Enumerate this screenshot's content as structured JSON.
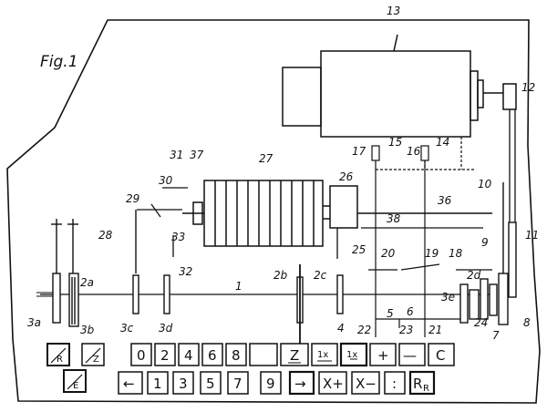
{
  "figure_label": "Fig.1",
  "part_labels": {
    "p1": "1",
    "p2a": "2a",
    "p2b": "2b",
    "p2c": "2c",
    "p2d": "2d",
    "p3a": "3a",
    "p3b": "3b",
    "p3c": "3c",
    "p3d": "3d",
    "p3e": "3e",
    "p4": "4",
    "p5": "5",
    "p6": "6",
    "p7": "7",
    "p8": "8",
    "p9": "9",
    "p10": "10",
    "p11": "11",
    "p12": "12",
    "p13": "13",
    "p14": "14",
    "p15": "15",
    "p16": "16",
    "p17": "17",
    "p18": "18",
    "p19": "19",
    "p20": "20",
    "p21": "21",
    "p22": "22",
    "p23": "23",
    "p24": "24",
    "p25": "25",
    "p26": "26",
    "p27": "27",
    "p28": "28",
    "p29": "29",
    "p30": "30",
    "p31": "31",
    "p32": "32",
    "p33": "33",
    "p36": "36",
    "p37": "37",
    "p38": "38"
  },
  "keyboard": {
    "row1": [
      "0",
      "2",
      "4",
      "6",
      "8",
      "",
      "Z",
      "1x",
      "1x",
      "+",
      "—",
      "C"
    ],
    "row2": [
      "←",
      "1",
      "3",
      "5",
      "7",
      "9",
      "→",
      "X+",
      "X−",
      ":",
      "R"
    ],
    "row2_last_subscript": "R",
    "left_keys": [
      "R",
      "Z",
      "E"
    ]
  }
}
